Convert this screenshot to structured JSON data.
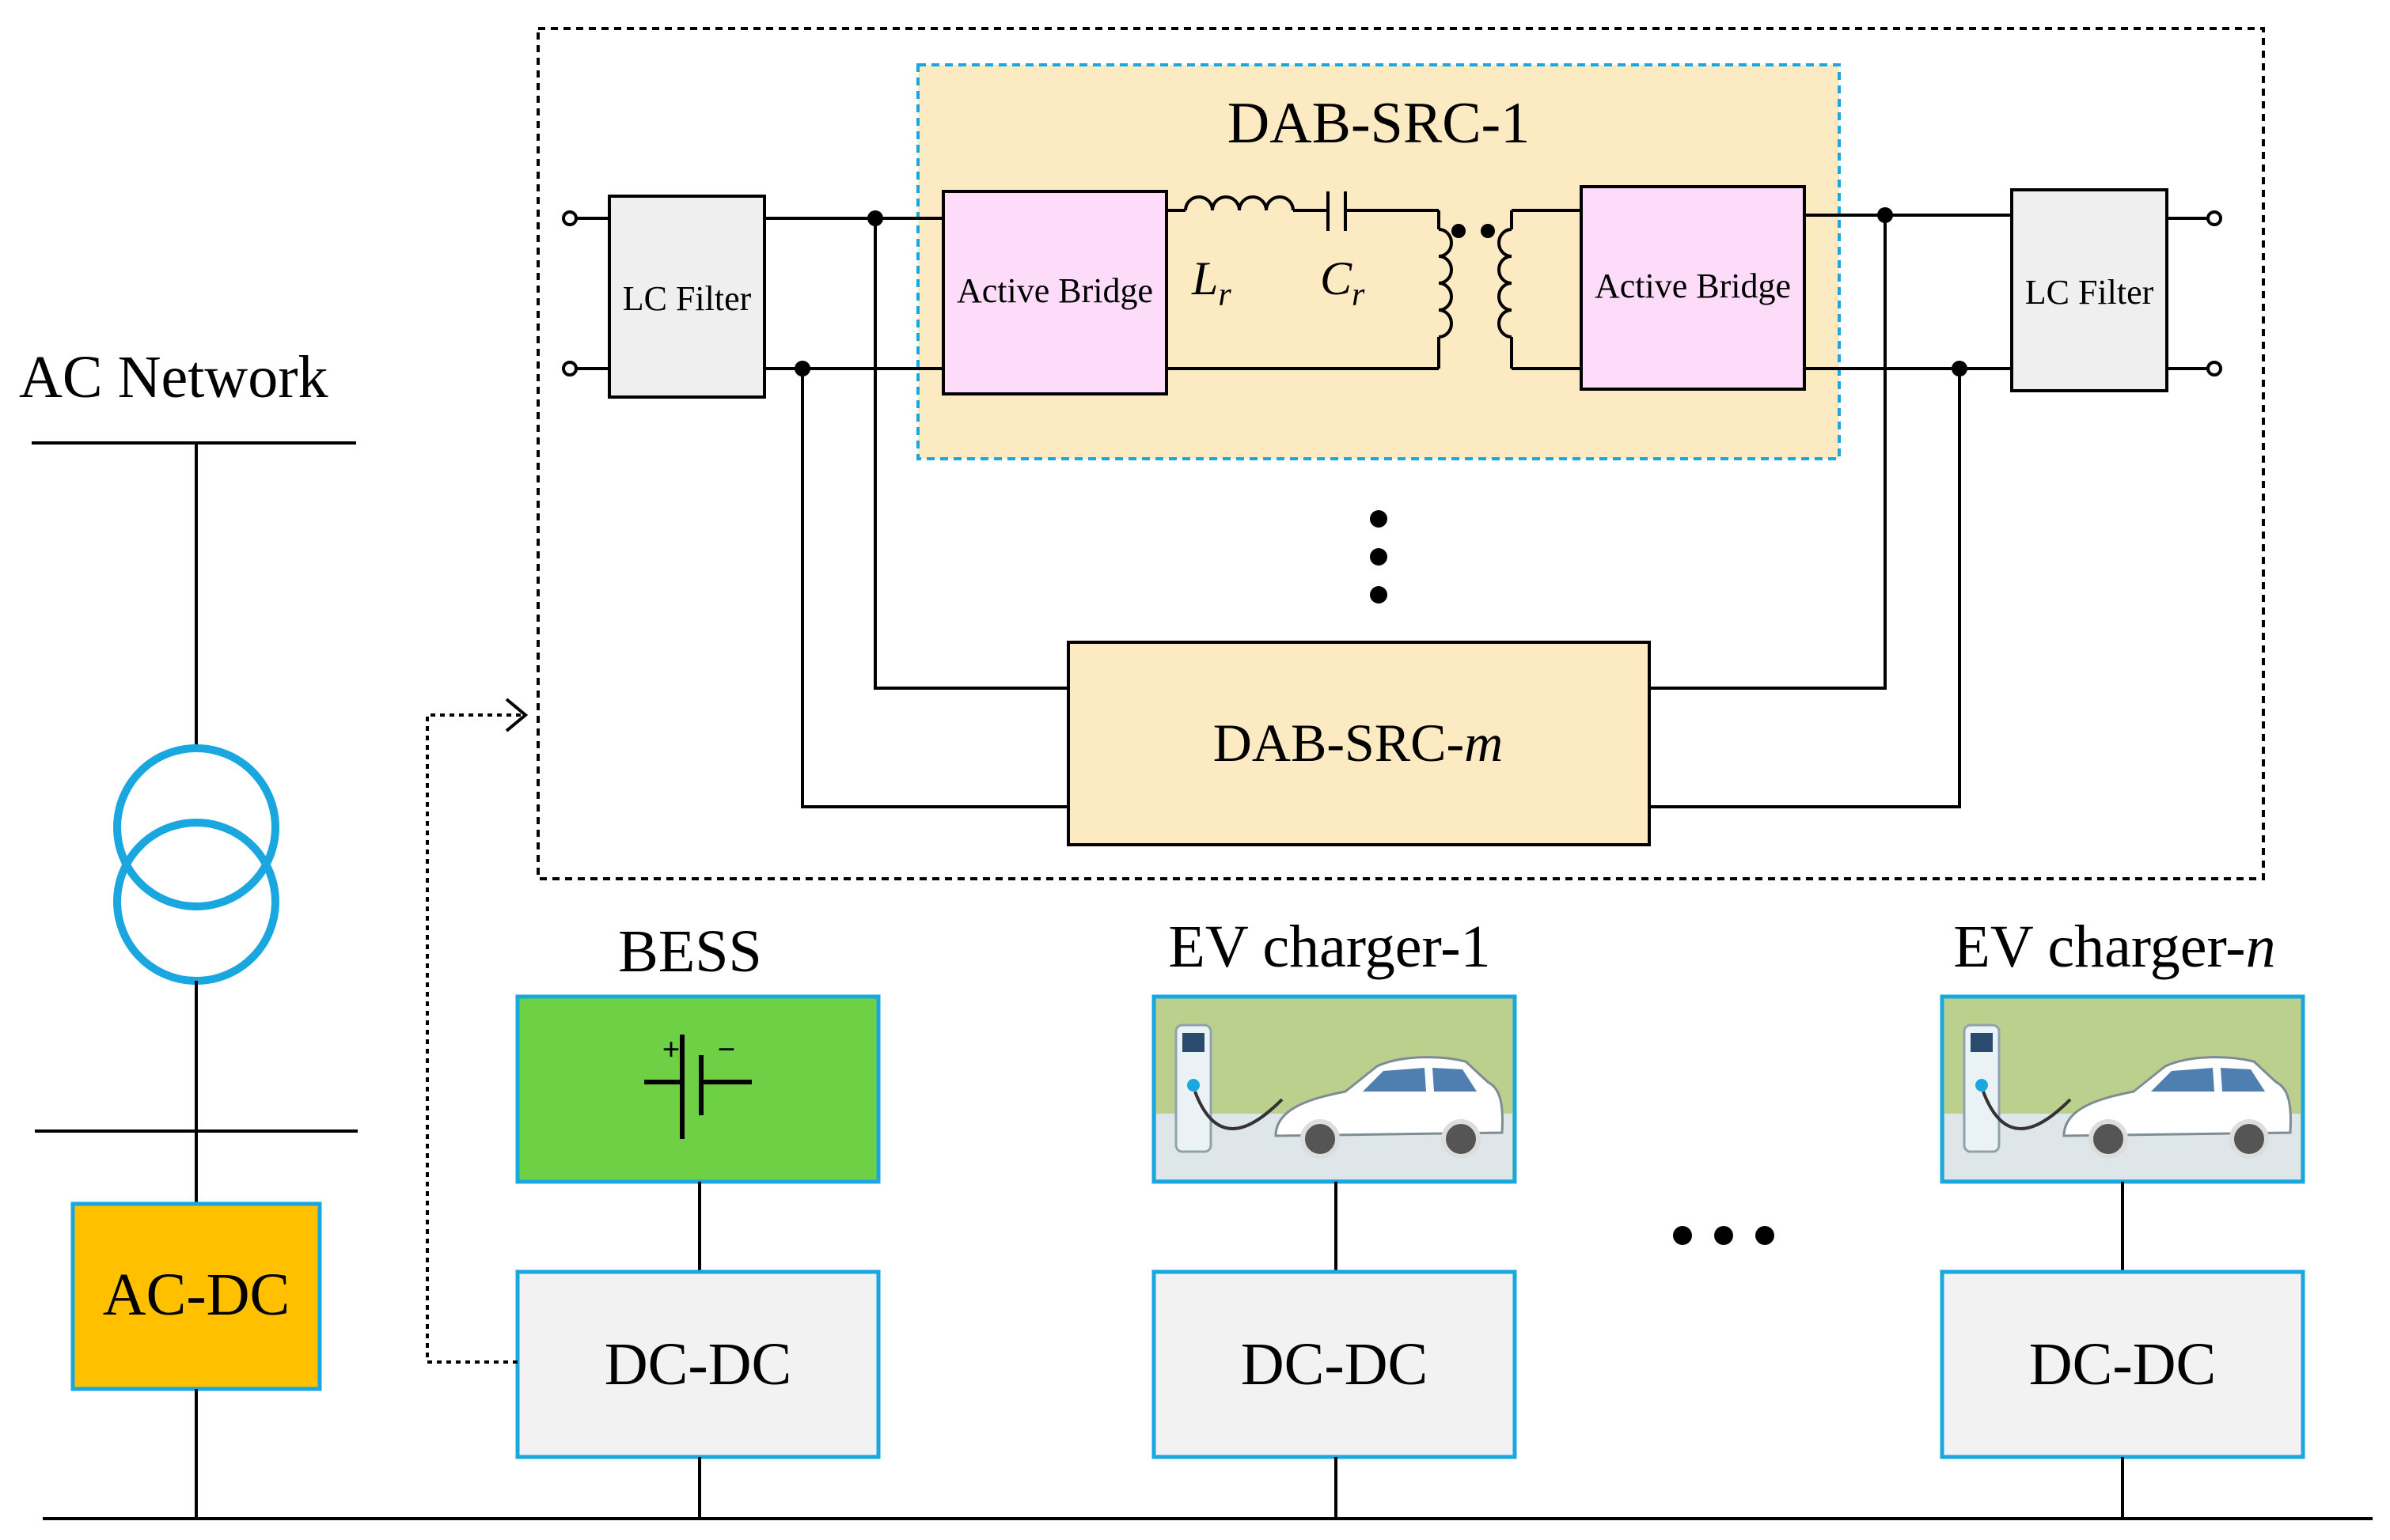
{
  "labels": {
    "ac_network": "AC Network",
    "ac_dc": "AC-DC",
    "bess": "BESS",
    "ev_charger_1_prefix": "EV charger-1",
    "ev_charger_n_prefix": "EV charger-",
    "ev_charger_n_suffix": "n",
    "dc_dc": "DC-DC",
    "dab_src_1": "DAB-SRC-1",
    "dab_src_m_prefix": "DAB-SRC-",
    "dab_src_m_suffix": "m",
    "lc_filter": "LC Filter",
    "active_bridge": "Active Bridge",
    "inductor_symbol": "L",
    "inductor_sub": "r",
    "capacitor_symbol": "C",
    "capacitor_sub": "r",
    "battery_plus": "+",
    "battery_minus": "−"
  },
  "colors": {
    "transformer": "#1aa7e0",
    "ac_dc_fill": "#ffc000",
    "bess_fill": "#6dd045",
    "box_border": "#1aa7e0",
    "dc_dc_fill": "#f2f2f2",
    "dab_fill": "#fcebc2",
    "bridge_fill": "#fcdcf8",
    "lc_fill": "#efefef",
    "ev_wall": "#bcd08d",
    "ev_floor": "#dfe6ea"
  },
  "icons": {
    "battery": "battery-icon",
    "ev_scene": "ev-charging-scene-icon",
    "transformer": "transformer-icon"
  }
}
